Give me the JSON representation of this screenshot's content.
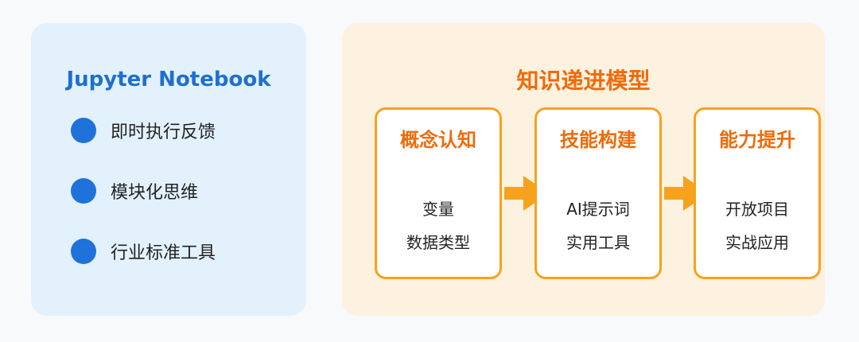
{
  "left": {
    "title": "Jupyter Notebook",
    "features": [
      "即时执行反馈",
      "模块化思维",
      "行业标准工具"
    ],
    "bullet_color": "#1f72d9"
  },
  "right": {
    "title": "知识递进模型",
    "stages": [
      {
        "title": "概念认知",
        "items": [
          "变量",
          "数据类型"
        ]
      },
      {
        "title": "技能构建",
        "items": [
          "AI提示词",
          "实用工具"
        ]
      },
      {
        "title": "能力提升",
        "items": [
          "开放项目",
          "实战应用"
        ]
      }
    ],
    "accent_color": "#ef6b0a",
    "border_color": "#f7a21b"
  }
}
